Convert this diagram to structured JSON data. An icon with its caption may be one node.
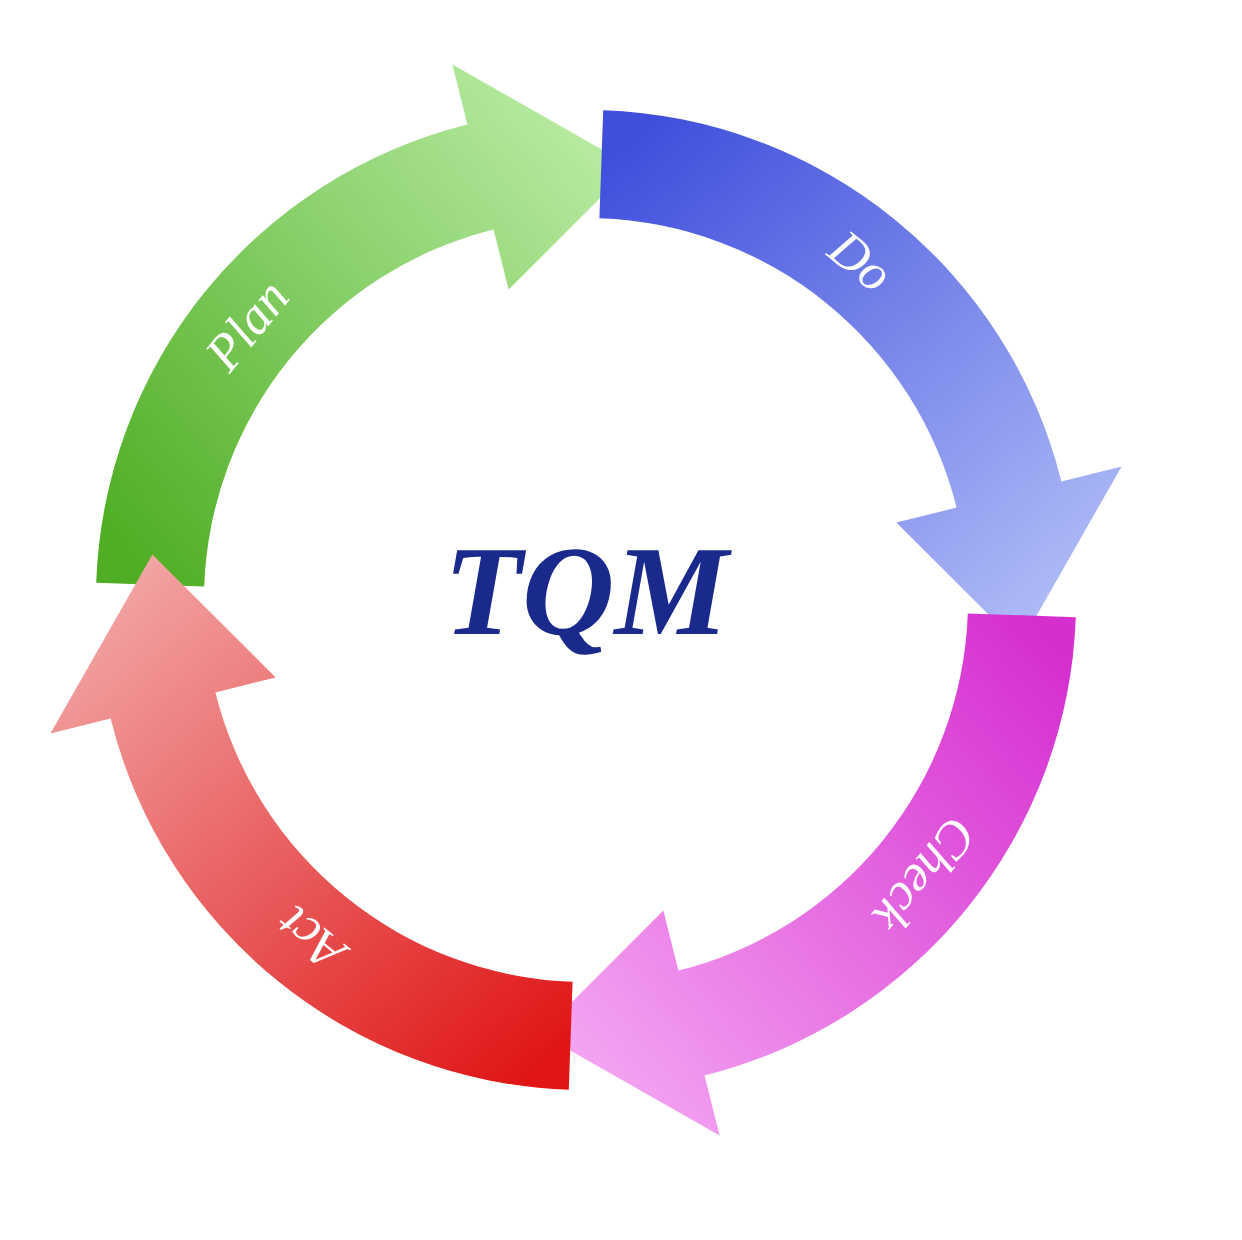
{
  "diagram": {
    "title": "TQM",
    "nodes": [
      {
        "text": [
          "Plan"
        ]
      },
      {
        "text": [
          "Do"
        ]
      },
      {
        "text": [
          "Check"
        ]
      },
      {
        "text": [
          "Act"
        ]
      }
    ]
  }
}
